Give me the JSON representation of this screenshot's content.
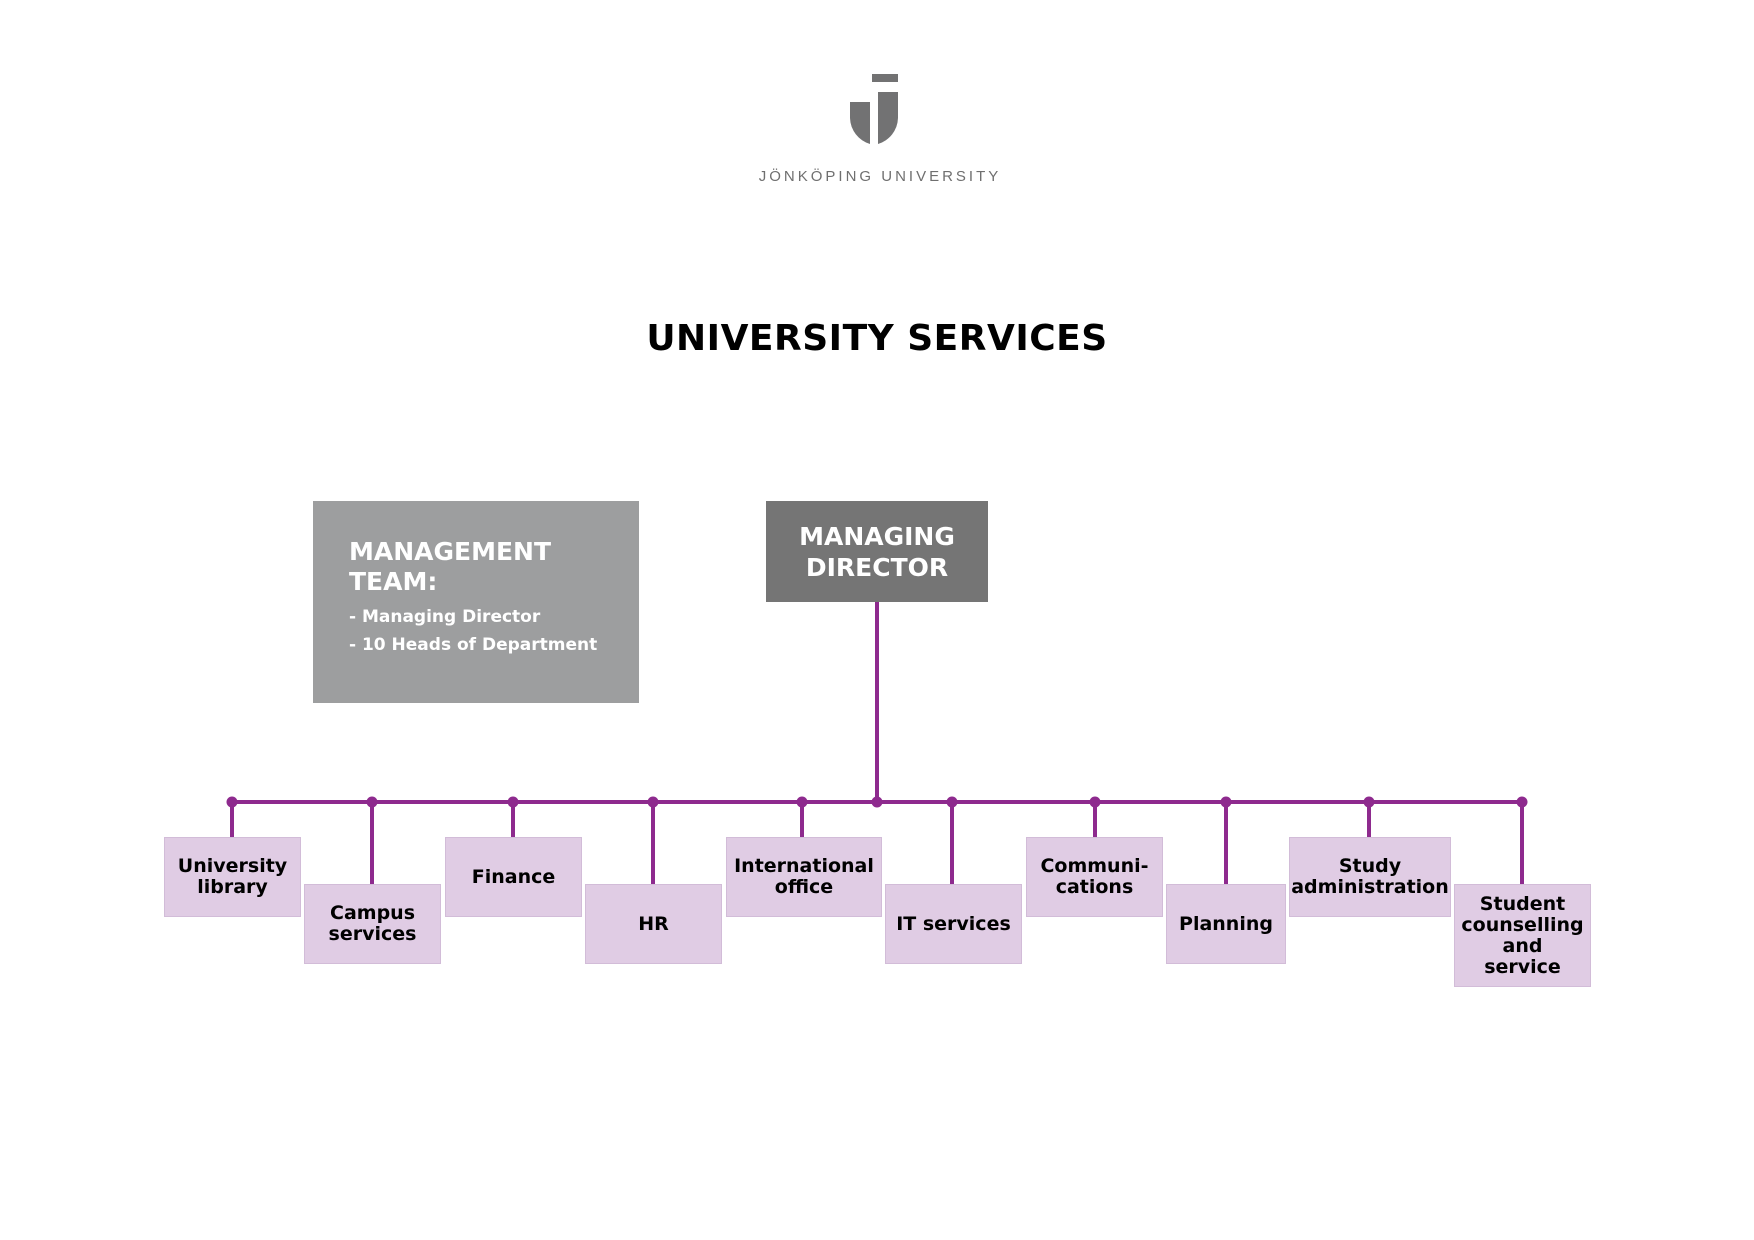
{
  "logo": {
    "name": "JÖNKÖPING UNIVERSITY",
    "mark_icon": "jonkoping-university-logo-icon"
  },
  "title": "UNIVERSITY SERVICES",
  "management_team": {
    "title": "MANAGEMENT TEAM:",
    "members": [
      "- Managing Director",
      "- 10 Heads of Department"
    ]
  },
  "managing_director": {
    "label": "MANAGING DIRECTOR"
  },
  "departments": [
    {
      "label": "University library"
    },
    {
      "label": "Campus services"
    },
    {
      "label": "Finance"
    },
    {
      "label": "HR"
    },
    {
      "label": "International office"
    },
    {
      "label": "IT services"
    },
    {
      "label": "Communi- cations"
    },
    {
      "label": "Planning"
    },
    {
      "label": "Study administration"
    },
    {
      "label": "Student counselling and service"
    }
  ],
  "colors": {
    "connector": "#8e2a8e",
    "department_fill": "#e0cce4",
    "management_fill": "#9d9e9f",
    "director_fill": "#757575",
    "logo_gray": "#727273"
  }
}
